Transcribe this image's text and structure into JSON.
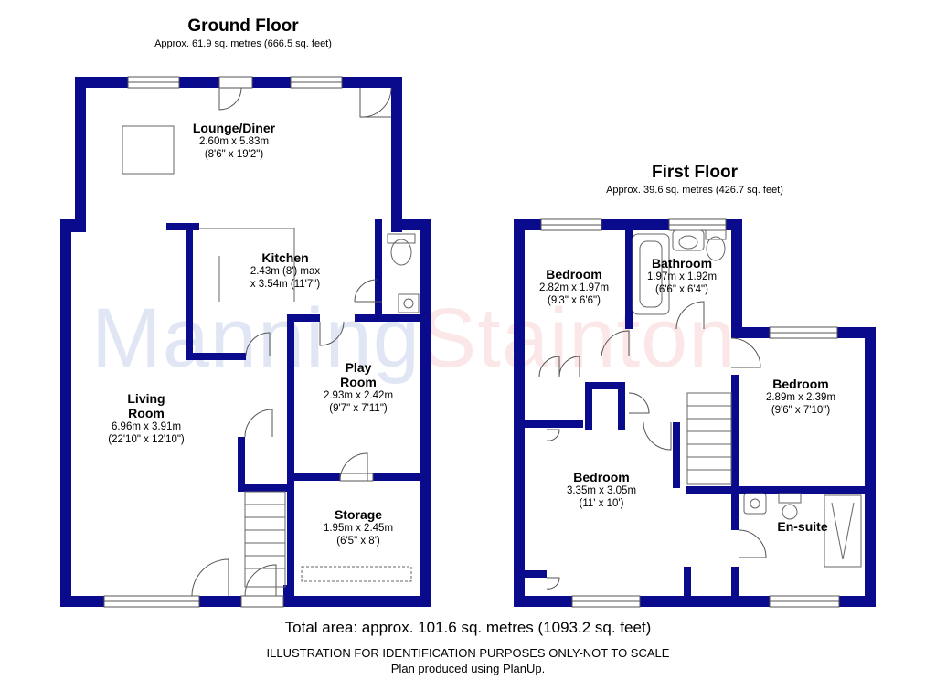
{
  "ground_floor": {
    "title": "Ground Floor",
    "area": "Approx. 61.9 sq. metres (666.5 sq. feet)",
    "rooms": {
      "lounge": {
        "name": "Lounge/Diner",
        "dim1": "2.60m x 5.83m",
        "dim2": "(8'6\" x 19'2\")"
      },
      "kitchen": {
        "name": "Kitchen",
        "dim1": "2.43m (8') max",
        "dim2": "x 3.54m (11'7\")"
      },
      "living": {
        "name1": "Living",
        "name2": "Room",
        "dim1": "6.96m x 3.91m",
        "dim2": "(22'10\" x 12'10\")"
      },
      "play": {
        "name1": "Play",
        "name2": "Room",
        "dim1": "2.93m x 2.42m",
        "dim2": "(9'7\" x 7'11\")"
      },
      "storage": {
        "name": "Storage",
        "dim1": "1.95m x 2.45m",
        "dim2": "(6'5\" x 8')"
      }
    }
  },
  "first_floor": {
    "title": "First Floor",
    "area": "Approx. 39.6 sq. metres (426.7 sq. feet)",
    "rooms": {
      "bedroom_tl": {
        "name": "Bedroom",
        "dim1": "2.82m x 1.97m",
        "dim2": "(9'3\" x 6'6\")"
      },
      "bathroom": {
        "name": "Bathroom",
        "dim1": "1.97m x 1.92m",
        "dim2": "(6'6\" x 6'4\")"
      },
      "bedroom_r": {
        "name": "Bedroom",
        "dim1": "2.89m x 2.39m",
        "dim2": "(9'6\" x 7'10\")"
      },
      "bedroom_main": {
        "name": "Bedroom",
        "dim1": "3.35m x 3.05m",
        "dim2": "(11' x 10')"
      },
      "ensuite": {
        "name": "En-suite"
      }
    }
  },
  "watermark": {
    "part1": "Manning",
    "part2": "Stainton"
  },
  "footer": {
    "total": "Total area: approx. 101.6 sq. metres (1093.2 sq. feet)",
    "disclaimer": "ILLUSTRATION FOR IDENTIFICATION PURPOSES ONLY-NOT TO SCALE",
    "credit": "Plan produced using PlanUp."
  },
  "colors": {
    "wall": "#0a0a8c",
    "fixture": "#555555"
  }
}
